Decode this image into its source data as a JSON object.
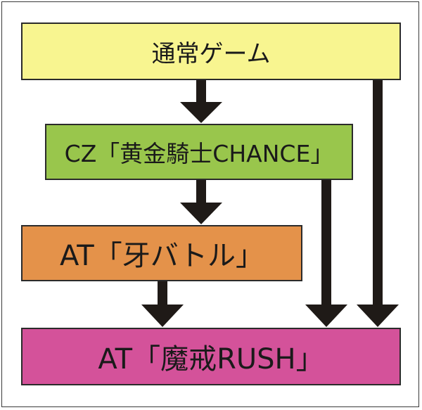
{
  "diagram": {
    "nodes": {
      "normal_game": {
        "label": "通常ゲーム",
        "color": "#f8f590"
      },
      "cz": {
        "label": "CZ「黄金騎士CHANCE」",
        "color": "#99c64c"
      },
      "at_kiba": {
        "label": "AT「牙バトル」",
        "color": "#e4924a"
      },
      "at_makai": {
        "label": "AT「魔戒RUSH」",
        "color": "#d4529a"
      }
    },
    "edges": [
      {
        "from": "通常ゲーム",
        "to": "CZ「黄金騎士CHANCE」"
      },
      {
        "from": "CZ「黄金騎士CHANCE」",
        "to": "AT「牙バトル」"
      },
      {
        "from": "AT「牙バトル」",
        "to": "AT「魔戒RUSH」"
      },
      {
        "from": "CZ「黄金騎士CHANCE」",
        "to": "AT「魔戒RUSH」"
      },
      {
        "from": "通常ゲーム",
        "to": "AT「魔戒RUSH」"
      }
    ],
    "arrow_color": "#1f1a17"
  }
}
